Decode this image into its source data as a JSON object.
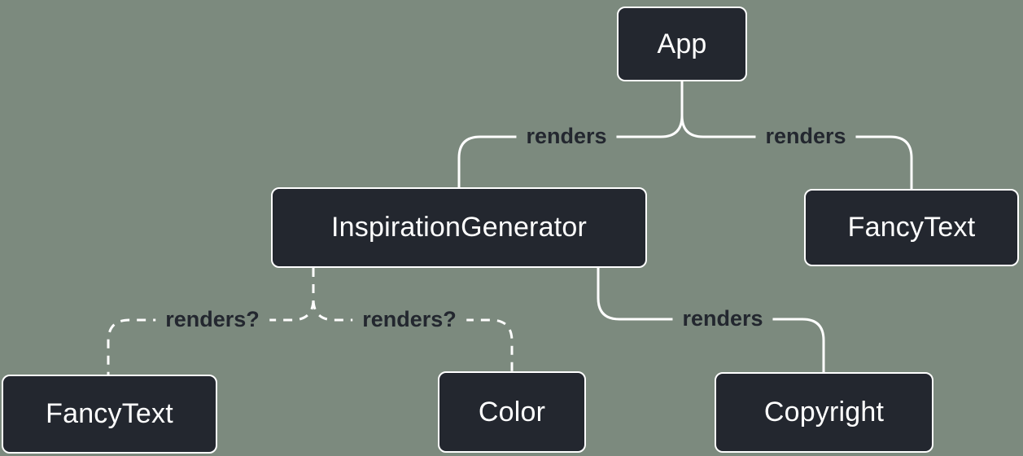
{
  "diagram": {
    "title": "react-component-render-tree",
    "colors": {
      "background": "#7c8a7e",
      "node_fill": "#23272f",
      "node_border": "#ffffff",
      "node_text": "#ffffff",
      "edge_line": "#ffffff",
      "edge_label": "#23272f"
    },
    "nodes": {
      "app": {
        "label": "App"
      },
      "inspiration_generator": {
        "label": "InspirationGenerator"
      },
      "fancy_text_top": {
        "label": "FancyText"
      },
      "fancy_text_bottom": {
        "label": "FancyText"
      },
      "color": {
        "label": "Color"
      },
      "copyright": {
        "label": "Copyright"
      }
    },
    "edges": {
      "app_to_inspiration": {
        "label": "renders",
        "style": "solid"
      },
      "app_to_fancytext": {
        "label": "renders",
        "style": "solid"
      },
      "inspiration_to_fancytext": {
        "label": "renders?",
        "style": "dashed"
      },
      "inspiration_to_color": {
        "label": "renders?",
        "style": "dashed"
      },
      "inspiration_to_copyright": {
        "label": "renders",
        "style": "solid"
      }
    }
  }
}
